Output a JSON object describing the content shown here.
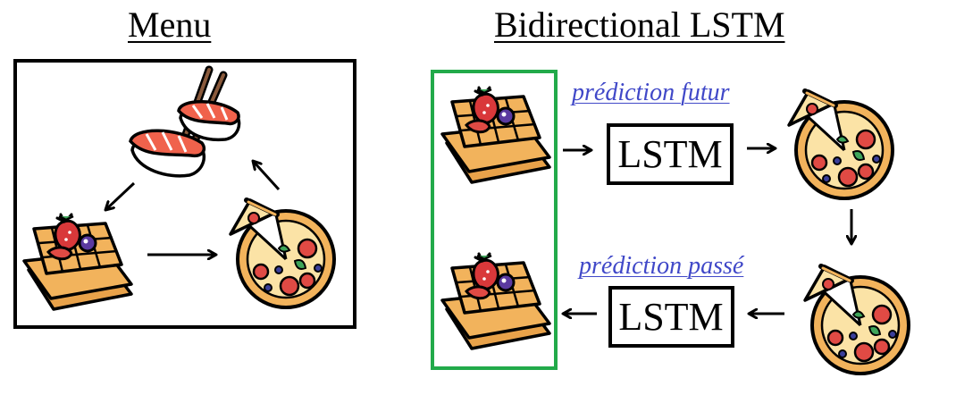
{
  "menu": {
    "title": "Menu",
    "items": [
      {
        "name": "sushi"
      },
      {
        "name": "waffle"
      },
      {
        "name": "pizza"
      }
    ]
  },
  "bilstm": {
    "title": "Bidirectional LSTM",
    "top_caption": "prédiction futur",
    "bottom_caption": "prédiction passé",
    "top_block": "LSTM",
    "bottom_block": "LSTM"
  },
  "colors": {
    "frame": "#000000",
    "highlight": "#22aa4a",
    "caption": "#4048c8",
    "waffle": "#f2b35c",
    "waffle_dark": "#d98f35",
    "strawberry": "#d9383a",
    "blueberry": "#5b3aa0",
    "salmon": "#f0624c",
    "rice": "#ffffff",
    "crust": "#f2b35c",
    "cheese": "#fbe3a6",
    "pepperoni": "#e04a44",
    "olive": "#3a3f9a",
    "basil": "#3fa55a"
  }
}
